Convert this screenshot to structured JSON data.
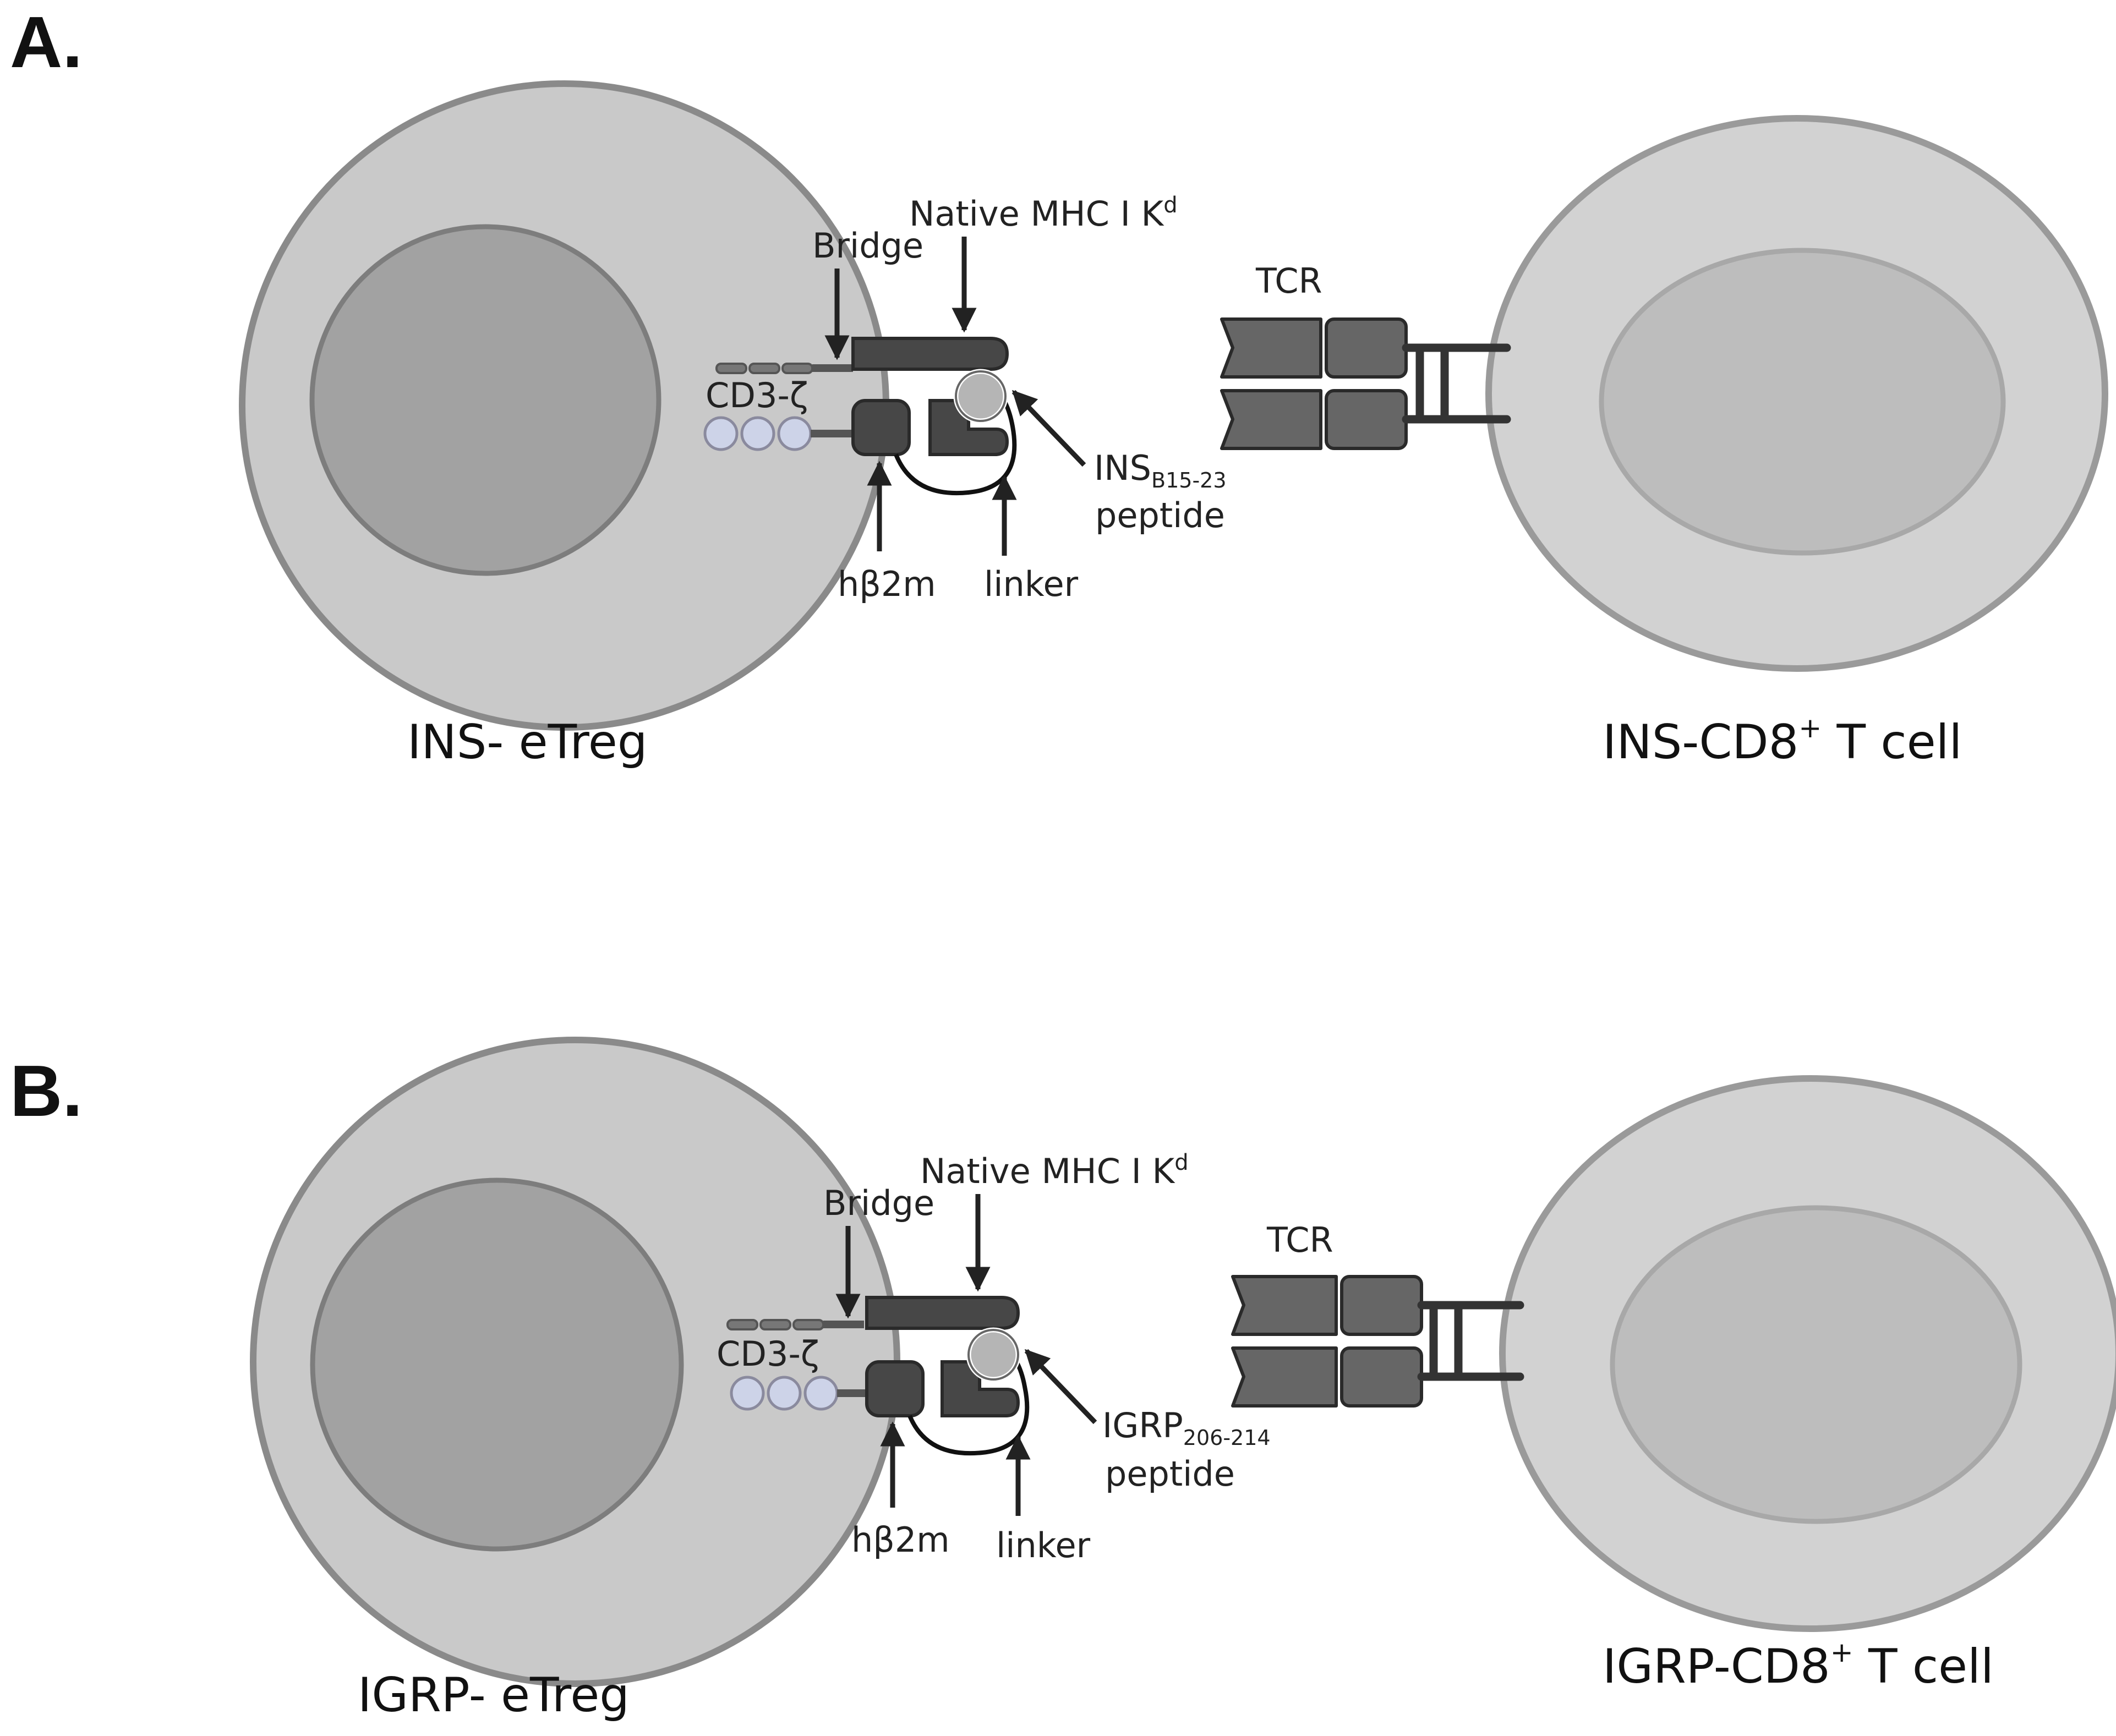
{
  "colors": {
    "cell_fill": "#c9c9c9",
    "cell_stroke": "#8a8a8a",
    "nucleus_fill": "#a2a2a2",
    "tcell_fill": "#d2d2d2",
    "tcell_nucleus_fill": "#bdbdbd",
    "protein_dark": "#474747",
    "protein_tcr": "#666666",
    "peptide_fill": "#b5b5b5",
    "cd3_circle_fill": "#cdd3e8",
    "line": "#222222"
  },
  "panels": [
    {
      "label": "A.",
      "etreg_label": "INS- eTreg",
      "tcell_label_main": "INS-CD8",
      "tcell_label_sup": "+",
      "tcell_label_tail": " T cell",
      "bridge_label": "Bridge",
      "mhc_label": "Native MHC I K",
      "mhc_sup": "d",
      "cd3_label": "CD3-ζ",
      "peptide_name": "INS",
      "peptide_sub": "B15-23",
      "peptide_word": "peptide",
      "b2m_label": "hβ2m",
      "linker_label": "linker",
      "tcr_label": "TCR"
    },
    {
      "label": "B.",
      "etreg_label": "IGRP- eTreg",
      "tcell_label_main": "IGRP-CD8",
      "tcell_label_sup": "+",
      "tcell_label_tail": " T cell",
      "bridge_label": "Bridge",
      "mhc_label": "Native MHC I K",
      "mhc_sup": "d",
      "cd3_label": "CD3-ζ",
      "peptide_name": "IGRP",
      "peptide_sub": "206-214",
      "peptide_word": "peptide",
      "b2m_label": "hβ2m",
      "linker_label": "linker",
      "tcr_label": "TCR"
    }
  ]
}
